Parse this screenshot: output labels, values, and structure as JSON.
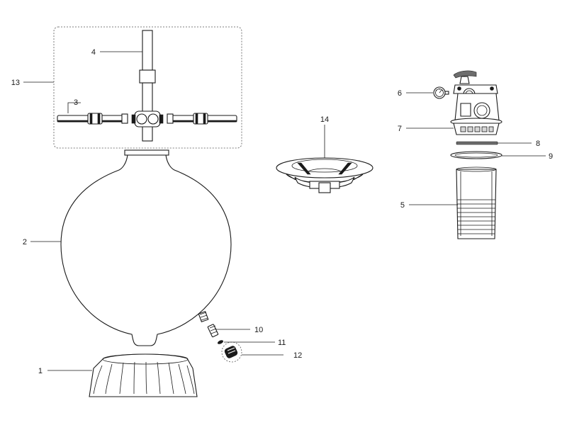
{
  "callouts": [
    {
      "id": "label-1",
      "text": "1"
    },
    {
      "id": "label-2",
      "text": "2"
    },
    {
      "id": "label-3",
      "text": "3"
    },
    {
      "id": "label-4",
      "text": "4"
    },
    {
      "id": "label-5",
      "text": "5"
    },
    {
      "id": "label-6",
      "text": "6"
    },
    {
      "id": "label-7",
      "text": "7"
    },
    {
      "id": "label-8",
      "text": "8"
    },
    {
      "id": "label-9",
      "text": "9"
    },
    {
      "id": "label-10",
      "text": "10"
    },
    {
      "id": "label-11",
      "text": "11"
    },
    {
      "id": "label-12",
      "text": "12"
    },
    {
      "id": "label-13",
      "text": "13"
    },
    {
      "id": "label-14",
      "text": "14"
    }
  ],
  "colors": {
    "outline": "#1a1a1a",
    "background": "#ffffff",
    "group_box_border": "#555555",
    "shading_mid": "#6d6d6d",
    "shading_light": "#d6d6d6"
  },
  "parts": [
    {
      "number": "1",
      "shape": "base-stand"
    },
    {
      "number": "2",
      "shape": "tank-body"
    },
    {
      "number": "3",
      "shape": "lateral-arm"
    },
    {
      "number": "4",
      "shape": "standpipe"
    },
    {
      "number": "5",
      "shape": "strainer-basket"
    },
    {
      "number": "6",
      "shape": "pressure-gauge"
    },
    {
      "number": "7",
      "shape": "multiport-valve"
    },
    {
      "number": "8",
      "shape": "o-ring"
    },
    {
      "number": "9",
      "shape": "gasket"
    },
    {
      "number": "10",
      "shape": "drain-plug"
    },
    {
      "number": "11",
      "shape": "drain-o-ring"
    },
    {
      "number": "12",
      "shape": "drain-cap"
    },
    {
      "number": "13",
      "shape": "lateral-assembly-group"
    },
    {
      "number": "14",
      "shape": "sand-shield"
    }
  ]
}
